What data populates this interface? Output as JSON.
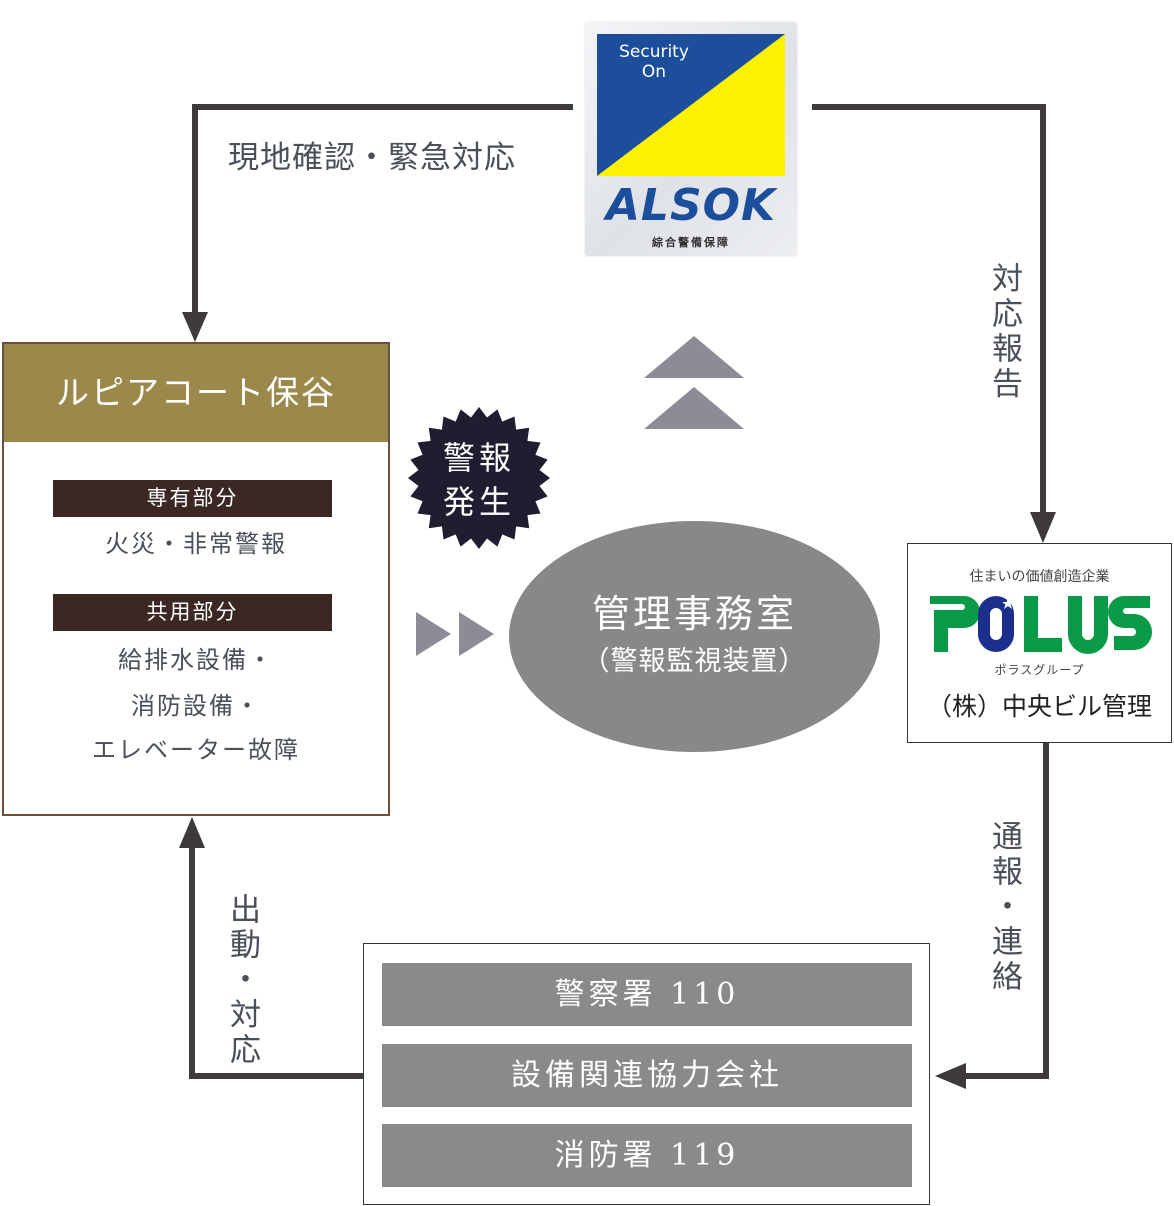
{
  "security_company": {
    "flag_text_line1": "Security",
    "flag_text_line2": "On",
    "name": "ALSOK",
    "subtitle": "綜合警備保障",
    "colors": {
      "blue": "#1c4e9c",
      "yellow": "#fff200"
    }
  },
  "residence": {
    "title": "ルピアコート保谷",
    "sections": [
      {
        "label": "専有部分",
        "items": [
          "火災・非常警報"
        ]
      },
      {
        "label": "共用部分",
        "items": [
          "給排水設備・",
          "消防設備・",
          "エレベーター故障"
        ]
      }
    ],
    "colors": {
      "header": "#9b884b",
      "label": "#3b2824"
    }
  },
  "alarm_badge": {
    "line1": "警報",
    "line2": "発生",
    "color": "#1e1e30"
  },
  "management_office": {
    "title": "管理事務室",
    "subtitle": "（警報監視装置）",
    "color": "#888888"
  },
  "management_company": {
    "tagline": "住まいの価値創造企業",
    "logo_text": "POLUS",
    "logo_kana": "ポラスグループ",
    "company_name": "（株）中央ビル管理",
    "colors": {
      "green": "#0a9a48",
      "navy": "#1c2f8a"
    }
  },
  "contacts": [
    {
      "label": "警察署 110"
    },
    {
      "label": "設備関連協力会社"
    },
    {
      "label": "消防署 119"
    }
  ],
  "flow_labels": {
    "onsite_response": "現地確認・緊急対応",
    "response_report": "対応報告",
    "notification": "通報・連絡",
    "dispatch": "出動・対応"
  },
  "colors": {
    "arrow": "#3e3a39",
    "chevron": "#8c8c96",
    "text": "#4a5058"
  }
}
